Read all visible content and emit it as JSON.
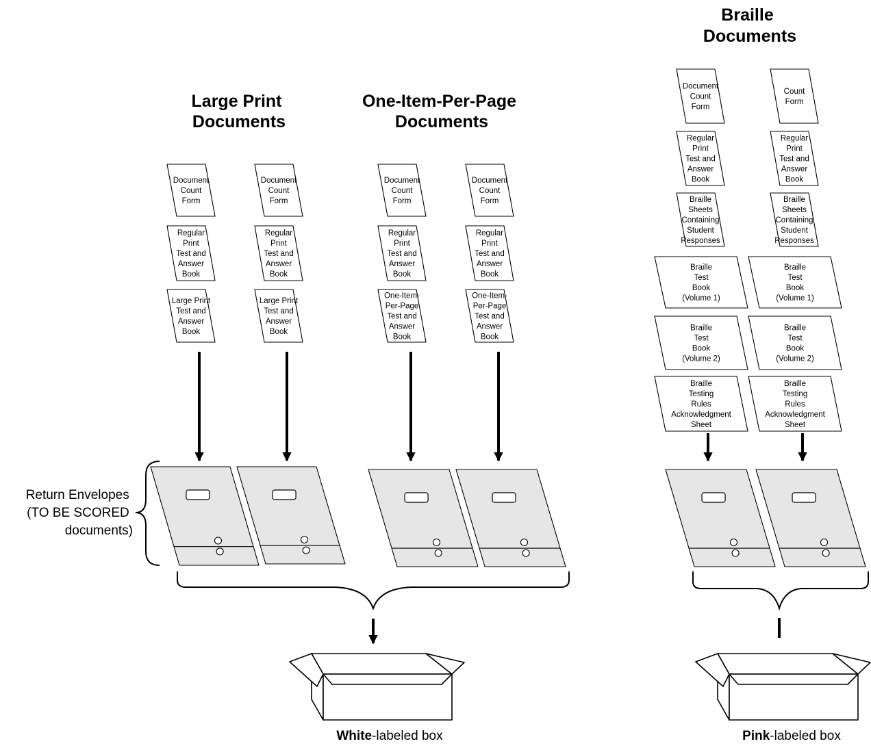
{
  "headings": {
    "large_print": [
      "Large Print",
      "Documents"
    ],
    "one_item": [
      "One-Item-Per-Page",
      "Documents"
    ],
    "braille": [
      "Braille",
      "Documents"
    ]
  },
  "columns": [
    {
      "group": "large_print",
      "docs": [
        [
          "Document",
          "Count",
          "Form"
        ],
        [
          "Regular",
          "Print",
          "Test and",
          "Answer",
          "Book"
        ],
        [
          "Large Print",
          "Test and",
          "Answer",
          "Book"
        ]
      ]
    },
    {
      "group": "large_print",
      "docs": [
        [
          "Document",
          "Count",
          "Form"
        ],
        [
          "Regular",
          "Print",
          "Test and",
          "Answer",
          "Book"
        ],
        [
          "Large Print",
          "Test and",
          "Answer",
          "Book"
        ]
      ]
    },
    {
      "group": "one_item",
      "docs": [
        [
          "Document",
          "Count",
          "Form"
        ],
        [
          "Regular",
          "Print",
          "Test and",
          "Answer",
          "Book"
        ],
        [
          "One-Item-",
          "Per-Page",
          "Test and",
          "Answer",
          "Book"
        ]
      ]
    },
    {
      "group": "one_item",
      "docs": [
        [
          "Document",
          "Count",
          "Form"
        ],
        [
          "Regular",
          "Print",
          "Test and",
          "Answer",
          "Book"
        ],
        [
          "One-Item-",
          "Per-Page",
          "Test and",
          "Answer",
          "Book"
        ]
      ]
    },
    {
      "group": "braille",
      "docs": [
        [
          "Document",
          "Count",
          "Form"
        ],
        [
          "Regular",
          "Print",
          "Test and",
          "Answer",
          "Book"
        ],
        [
          "Braille",
          "Sheets",
          "Containing",
          "Student",
          "Responses"
        ],
        [
          "Braille",
          "Test",
          "Book",
          "(Volume 1)"
        ],
        [
          "Braille",
          "Test",
          "Book",
          "(Volume 2)"
        ],
        [
          "Braille",
          "Testing",
          "Rules",
          "Acknowledgment",
          "Sheet"
        ]
      ]
    },
    {
      "group": "braille",
      "docs": [
        [
          "Count",
          "Form"
        ],
        [
          "Regular",
          "Print",
          "Test and",
          "Answer",
          "Book"
        ],
        [
          "Braille",
          "Sheets",
          "Containing",
          "Student",
          "Responses"
        ],
        [
          "Braille",
          "Test",
          "Book",
          "(Volume 1)"
        ],
        [
          "Braille",
          "Test",
          "Book",
          "(Volume 2)"
        ],
        [
          "Braille",
          "Testing",
          "Rules",
          "Acknowledgment",
          "Sheet"
        ]
      ]
    }
  ],
  "return_envelopes_label": [
    "Return Envelopes",
    "(TO BE SCORED",
    "documents)"
  ],
  "boxes": {
    "white": {
      "bold": "White",
      "rest": "-labeled box"
    },
    "pink": {
      "bold": "Pink",
      "rest": "-labeled box"
    }
  },
  "colors": {
    "envelope_fill": "#e6e6e6",
    "stroke": "#000000",
    "background": "#ffffff"
  }
}
